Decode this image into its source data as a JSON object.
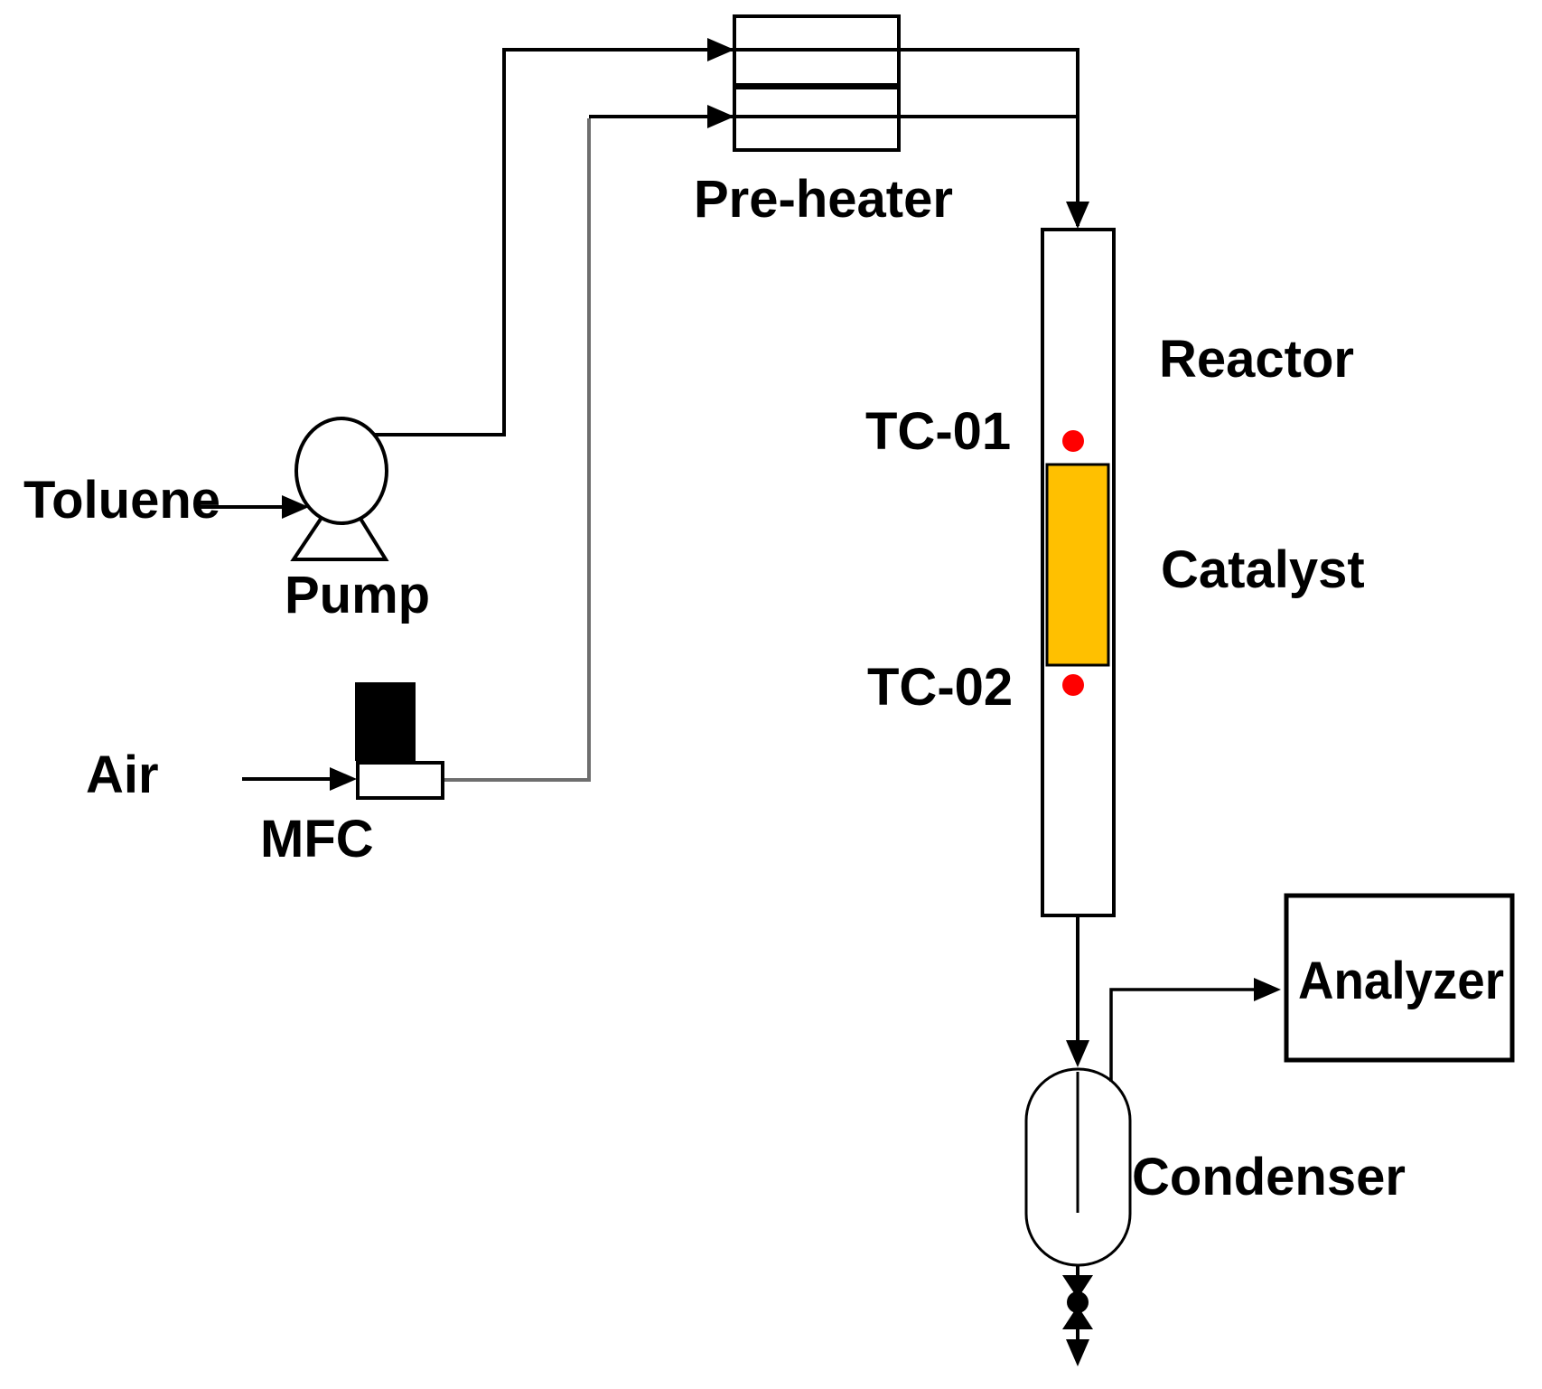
{
  "diagram": {
    "type": "process-flow-diagram",
    "labels": {
      "preheater": "Pre-heater",
      "toluene": "Toluene",
      "pump": "Pump",
      "air": "Air",
      "mfc": "MFC",
      "reactor": "Reactor",
      "tc01": "TC-01",
      "catalyst": "Catalyst",
      "tc02": "TC-02",
      "analyzer": "Analyzer",
      "condenser": "Condenser"
    },
    "colors": {
      "background": "#FFFFFF",
      "line": "#000000",
      "mfc_line_gray": "#6E6E6E",
      "catalyst_fill": "#FFC000",
      "thermocouple_dot": "#FF0000"
    }
  }
}
